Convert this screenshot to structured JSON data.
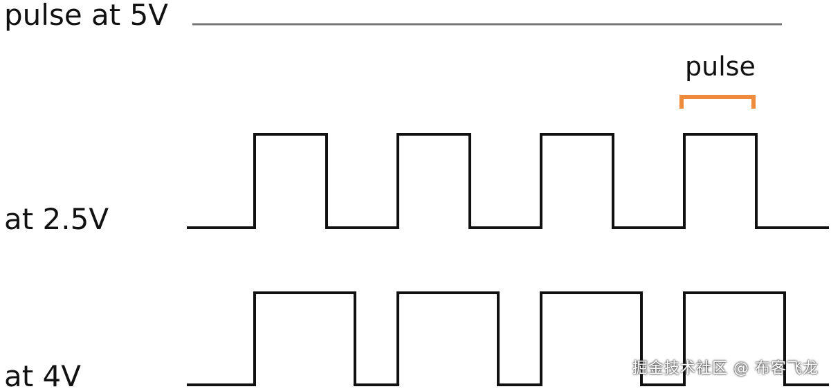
{
  "rows": [
    {
      "label": "pulse at 5V",
      "duty_cycle": 1.0
    },
    {
      "label": "at 2.5V",
      "duty_cycle": 0.5
    },
    {
      "label": "at 4V",
      "duty_cycle": 0.7
    }
  ],
  "pulse_annotation": {
    "label": "pulse"
  },
  "pulse_count": 4,
  "colors": {
    "wave": "#111111",
    "bracket": "#f08a3c",
    "flat_line": "#777777"
  },
  "watermark": "掘金技术社区 @ 布客飞龙"
}
